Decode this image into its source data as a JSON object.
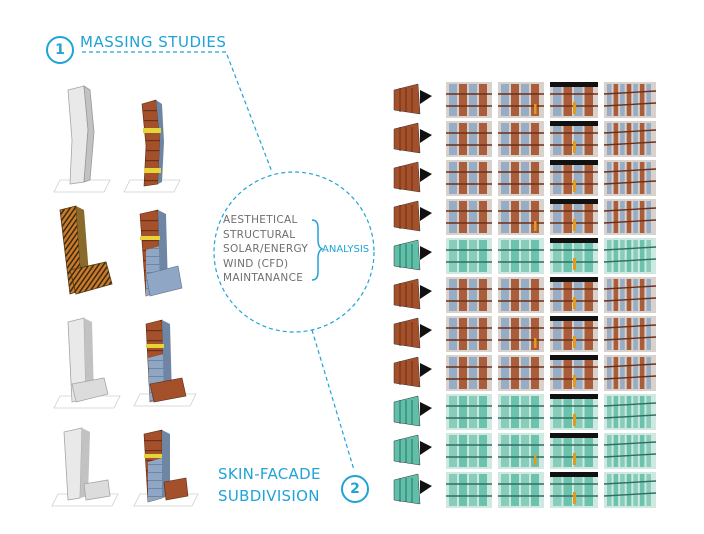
{
  "steps": [
    {
      "number": "1",
      "title": "MASSING STUDIES"
    },
    {
      "number": "2",
      "title_lines": [
        "SKIN-FACADE",
        "SUBDIVISION"
      ]
    }
  ],
  "analysis": {
    "criteria": [
      "AESTHETICAL",
      "STRUCTURAL",
      "SOLAR/ENERGY",
      "WIND (CFD)",
      "MAINTANANCE"
    ],
    "label": "ANALYSIS"
  },
  "colors": {
    "accent": "#1fa3d8",
    "criteria_text": "#6f6f6f",
    "rust": "#a4502a",
    "rust_dark": "#6e2f17",
    "glass_teal": "#5fbfa8",
    "glass_blue": "#8fa7c4",
    "white_mass": "#e9e9e9"
  },
  "facade_grid": {
    "rows": 11,
    "columns": 5,
    "row_themes": [
      "rust",
      "rust",
      "rust",
      "rust",
      "teal",
      "rust",
      "rust",
      "rust",
      "teal",
      "teal",
      "teal"
    ]
  }
}
